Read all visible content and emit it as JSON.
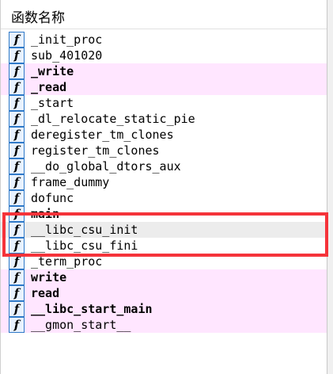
{
  "header": {
    "title": "函数名称"
  },
  "functions": [
    {
      "name": "_init_proc",
      "lib": false,
      "bold": false
    },
    {
      "name": "sub_401020",
      "lib": false,
      "bold": false
    },
    {
      "name": "_write",
      "lib": true,
      "bold": true
    },
    {
      "name": "_read",
      "lib": true,
      "bold": true
    },
    {
      "name": "_start",
      "lib": false,
      "bold": false
    },
    {
      "name": "_dl_relocate_static_pie",
      "lib": false,
      "bold": false
    },
    {
      "name": "deregister_tm_clones",
      "lib": false,
      "bold": false
    },
    {
      "name": "register_tm_clones",
      "lib": false,
      "bold": false
    },
    {
      "name": "__do_global_dtors_aux",
      "lib": false,
      "bold": false
    },
    {
      "name": "frame_dummy",
      "lib": false,
      "bold": false
    },
    {
      "name": "dofunc",
      "lib": false,
      "bold": false
    },
    {
      "name": "main",
      "lib": false,
      "bold": true
    },
    {
      "name": "__libc_csu_init",
      "lib": false,
      "bold": false,
      "selected": true
    },
    {
      "name": "__libc_csu_fini",
      "lib": false,
      "bold": false
    },
    {
      "name": "_term_proc",
      "lib": false,
      "bold": false
    },
    {
      "name": "write",
      "lib": true,
      "bold": true
    },
    {
      "name": "read",
      "lib": true,
      "bold": true
    },
    {
      "name": "__libc_start_main",
      "lib": true,
      "bold": true
    },
    {
      "name": "__gmon_start__",
      "lib": true,
      "bold": false
    }
  ],
  "icon": {
    "glyph": "f",
    "name": "function-icon"
  },
  "colors": {
    "lib_bg": "#ffe6ff",
    "highlight_border": "#f5333a",
    "icon_border": "#2f79c8"
  }
}
